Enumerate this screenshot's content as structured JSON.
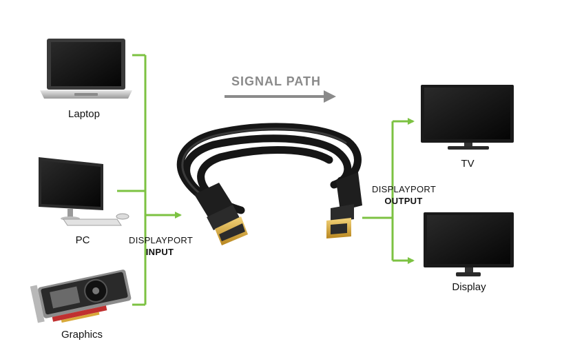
{
  "signal_path": {
    "label": "SIGNAL PATH"
  },
  "inputs": {
    "group_label": {
      "line1": "DISPLAYPORT",
      "line2": "INPUT"
    },
    "devices": [
      {
        "id": "laptop",
        "label": "Laptop",
        "icon": "laptop-icon"
      },
      {
        "id": "pc",
        "label": "PC",
        "icon": "desktop-pc-icon"
      },
      {
        "id": "graphics",
        "label": "Graphics",
        "icon": "graphics-card-icon"
      }
    ]
  },
  "outputs": {
    "group_label": {
      "line1": "DISPLAYPORT",
      "line2": "OUTPUT"
    },
    "devices": [
      {
        "id": "tv",
        "label": "TV",
        "icon": "tv-icon"
      },
      {
        "id": "display",
        "label": "Display",
        "icon": "monitor-icon"
      }
    ]
  },
  "colors": {
    "connector_line": "#7cc242",
    "signal_arrow": "#8a8a8a",
    "cable": "#161616",
    "gold_contact": "#d8a93a"
  }
}
